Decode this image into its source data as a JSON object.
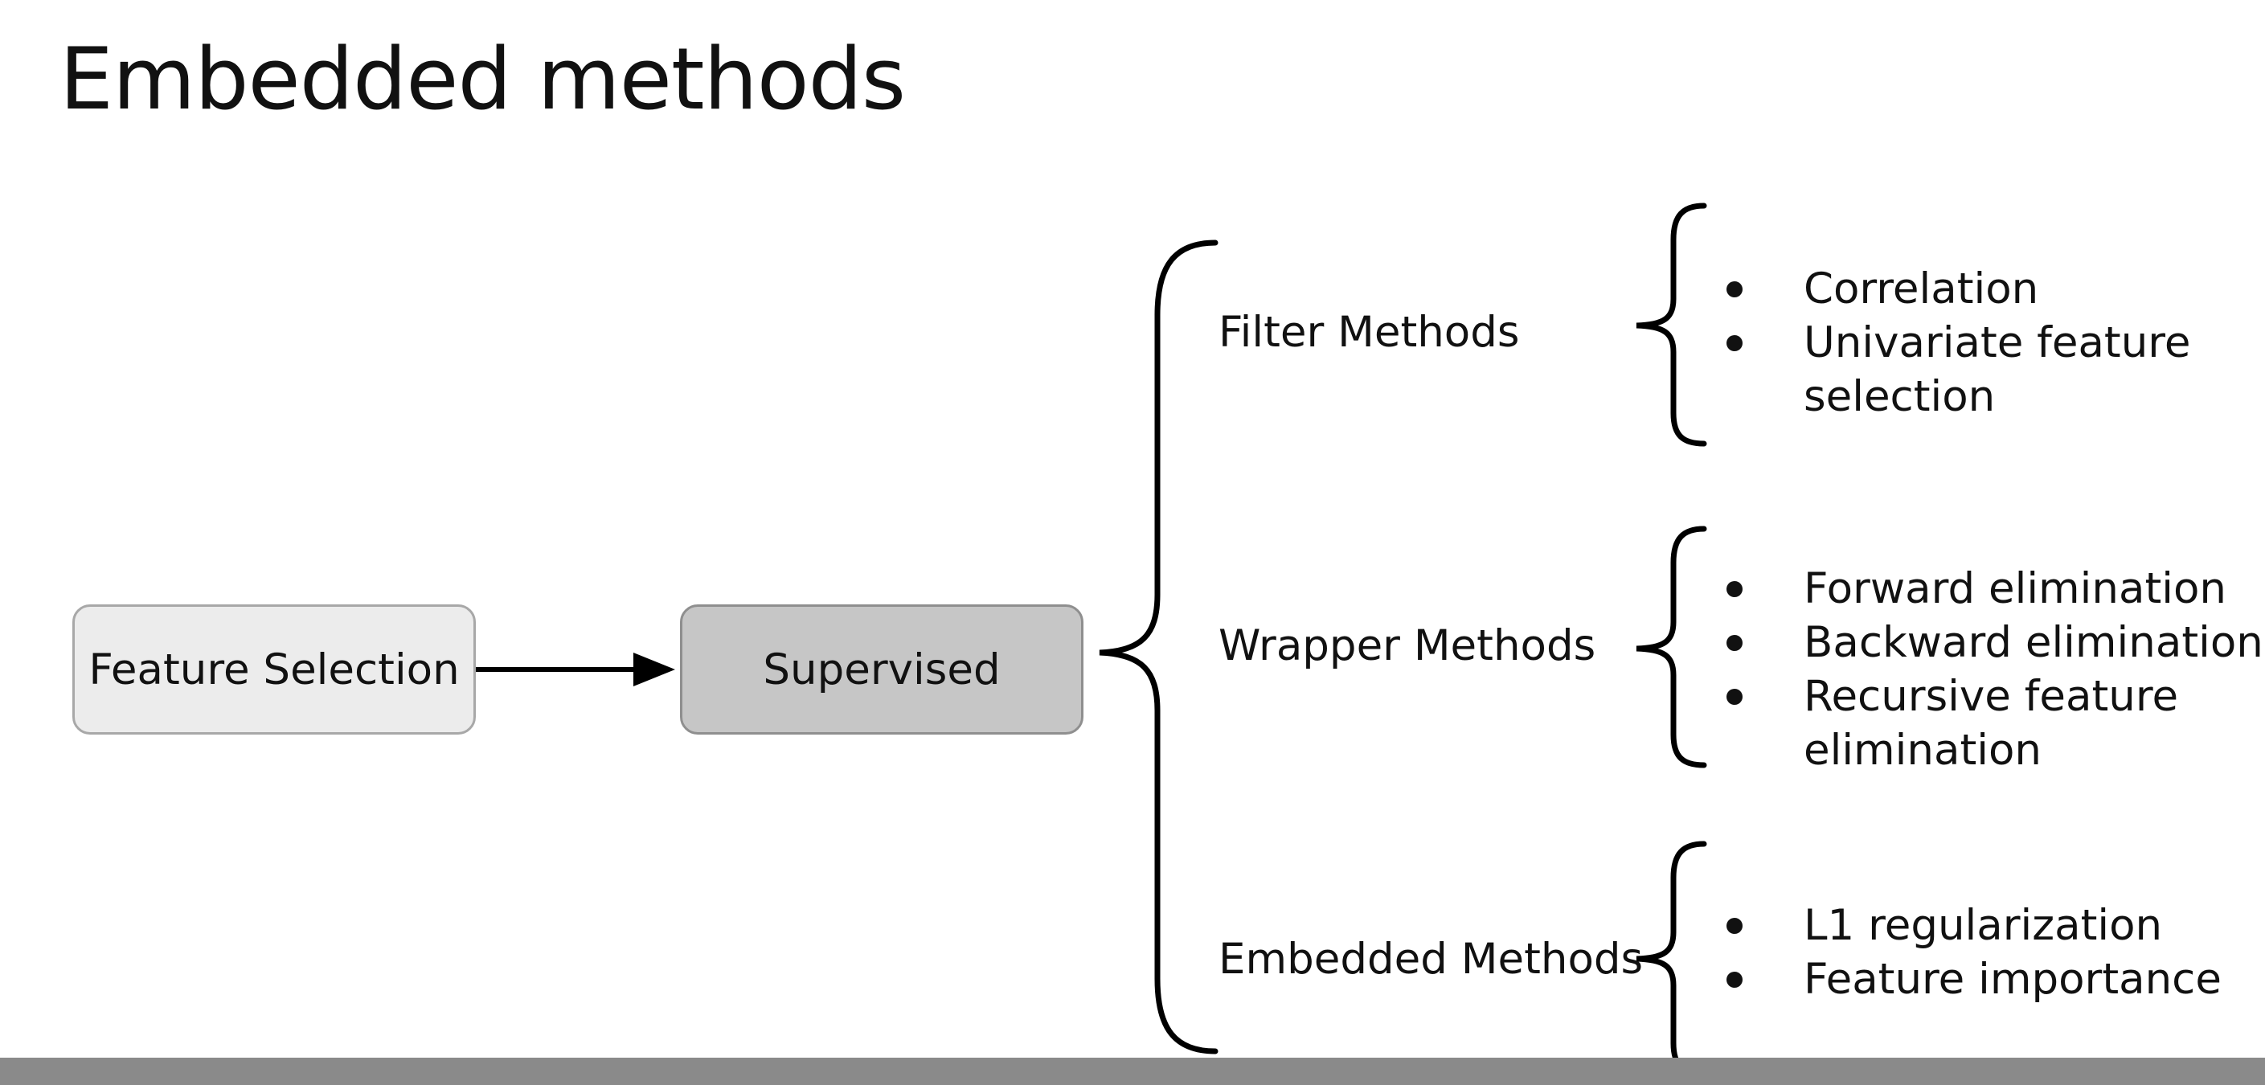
{
  "title": "Embedded methods",
  "nodes": {
    "feature_selection": "Feature Selection",
    "supervised": "Supervised"
  },
  "methods": [
    {
      "label": "Filter Methods",
      "items": [
        "Correlation",
        "Univariate feature",
        "selection"
      ]
    },
    {
      "label": "Wrapper Methods",
      "items": [
        "Forward elimination",
        "Backward elimination",
        "Recursive feature",
        "elimination"
      ]
    },
    {
      "label": "Embedded Methods",
      "items": [
        "L1 regularization",
        "Feature importance"
      ]
    }
  ],
  "colors": {
    "feature_box": "#ececec",
    "supervised_box": "#c6c6c6",
    "footer_bar": "#8a8a8a"
  }
}
